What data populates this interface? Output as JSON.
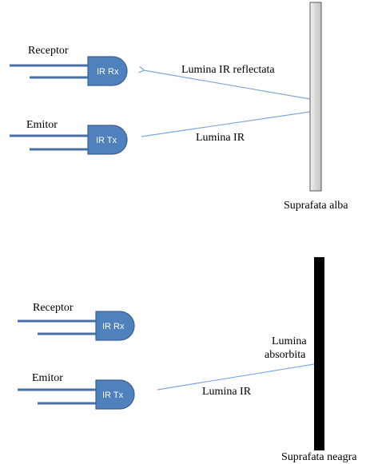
{
  "scene_top": {
    "receiver": {
      "label": "Receptor",
      "chip": "IR Rx"
    },
    "emitter": {
      "label": "Emitor",
      "chip": "IR Tx"
    },
    "reflected_light_label": "Lumina IR reflectata",
    "emitted_light_label": "Lumina IR",
    "surface_label": "Suprafata alba",
    "surface_color": "#dcdcdc"
  },
  "scene_bottom": {
    "receiver": {
      "label": "Receptor",
      "chip": "IR Rx"
    },
    "emitter": {
      "label": "Emitor",
      "chip": "IR Tx"
    },
    "absorbed_light_label_line1": "Lumina",
    "absorbed_light_label_line2": "absorbita",
    "emitted_light_label": "Lumina IR",
    "surface_label": "Suprafata neagra",
    "surface_color": "#000000"
  },
  "colors": {
    "sensor_body": "#4f81bd",
    "light_ray": "#7fa6d8"
  }
}
